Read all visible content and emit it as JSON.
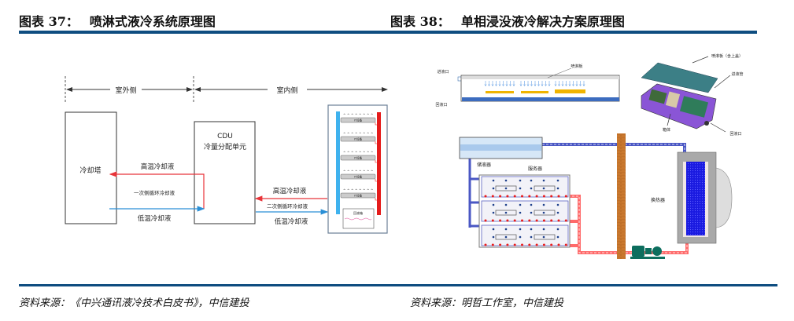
{
  "figures": [
    {
      "label": "图表 37：",
      "title": "喷淋式液冷系统原理图",
      "source": "资料来源：《中兴通讯液冷技术白皮书》，中信建投"
    },
    {
      "label": "图表 38：",
      "title": "单相浸没液冷解决方案原理图",
      "source": "资料来源：明哲工作室，中信建投"
    }
  ],
  "diagram37": {
    "outdoor": "室外侧",
    "indoor": "室内侧",
    "cooling_tower": "冷却塔",
    "cdu": "CDU",
    "cdu_sub": "冷量分配单元",
    "hot1": "高温冷却液",
    "primary": "一次侧循环冷却液",
    "cold1": "低温冷却液",
    "hot2": "高温冷却液",
    "secondary": "二次侧循环冷却液",
    "cold2": "低温冷却液",
    "it_device": "IT设备",
    "return_tank": "回液箱"
  },
  "diagram38": {
    "inlet": "进液口",
    "outlet": "回液口",
    "spray_plate": "喷淋板",
    "spray_plate_lid": "喷淋板（含上盖）",
    "inlet_pipe": "进液管",
    "box": "箱体",
    "outlet2": "回液口",
    "reservoir": "储液器",
    "servers": "服务器",
    "heat_exchanger": "换热器"
  },
  "colors": {
    "rule": "#0e4d80",
    "hot": "#e8343a",
    "cold": "#2a8fd6"
  }
}
